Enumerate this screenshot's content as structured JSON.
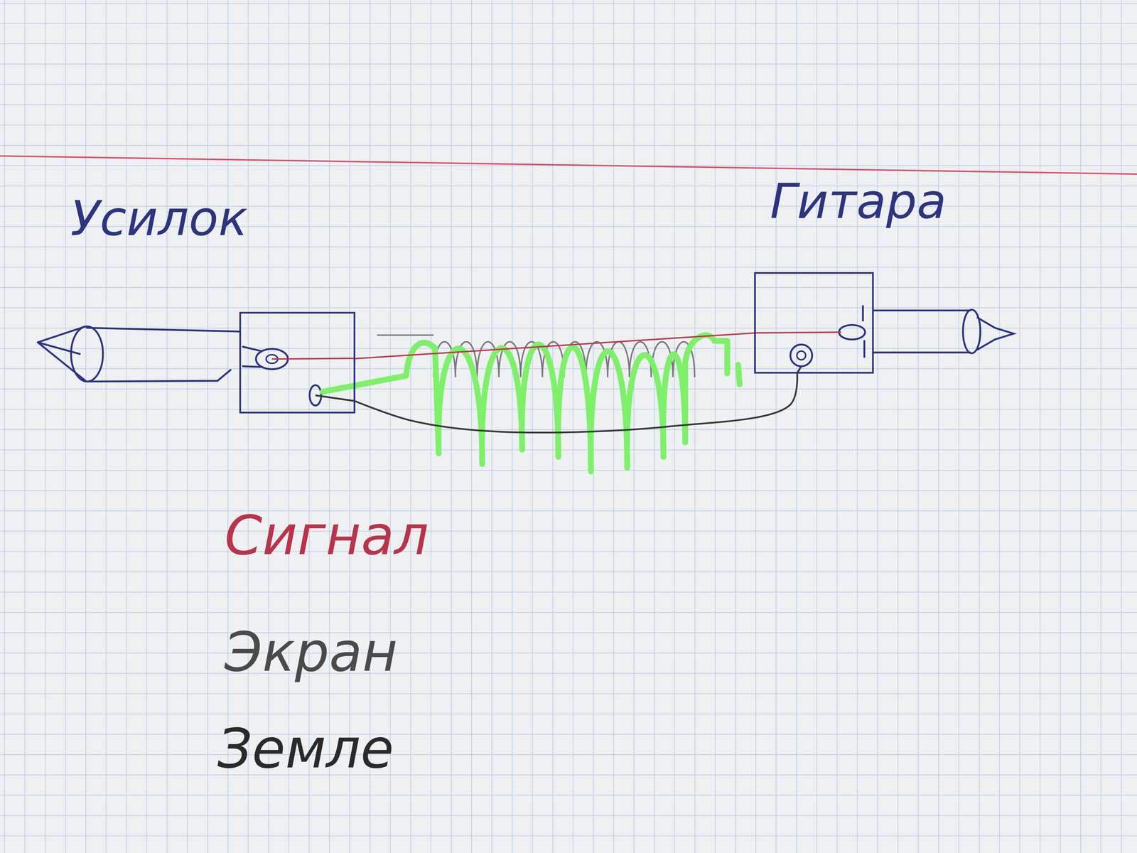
{
  "diagram": {
    "nodes": [
      {
        "text": [
          "Усилок"
        ]
      },
      {
        "text": [
          "Гитара"
        ]
      }
    ],
    "edges": [
      {
        "from": 0,
        "to": 1,
        "arrow": "none"
      },
      {
        "from": 0,
        "to": 1,
        "arrow": "none"
      }
    ],
    "labels": [
      "Сигнал",
      "Экран",
      "Земле"
    ]
  }
}
